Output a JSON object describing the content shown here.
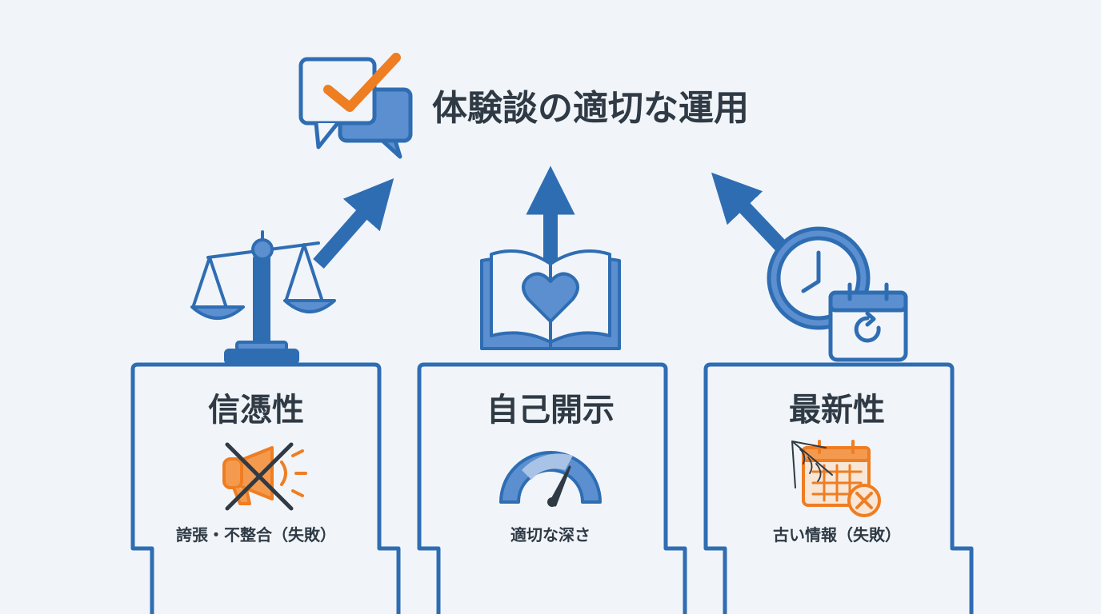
{
  "title": "体験談の適切な運用",
  "pillars": [
    {
      "id": "credibility",
      "title": "信憑性",
      "caption": "誇張・不整合（失敗）",
      "icon": "balance-scale-icon",
      "sub_icon": "crossed-out-megaphone-icon"
    },
    {
      "id": "self-disclosure",
      "title": "自己開示",
      "caption": "適切な深さ",
      "icon": "open-book-with-heart-icon",
      "sub_icon": "depth-gauge-icon"
    },
    {
      "id": "freshness",
      "title": "最新性",
      "caption": "古い情報（失敗）",
      "icon": "clock-and-calendar-icon",
      "sub_icon": "cobweb-calendar-icon"
    }
  ],
  "colors": {
    "primary": "#2f6db3",
    "light": "#5b8fd0",
    "accent": "#ef7d22",
    "text": "#2f3a45",
    "background": "#f1f5f9"
  }
}
